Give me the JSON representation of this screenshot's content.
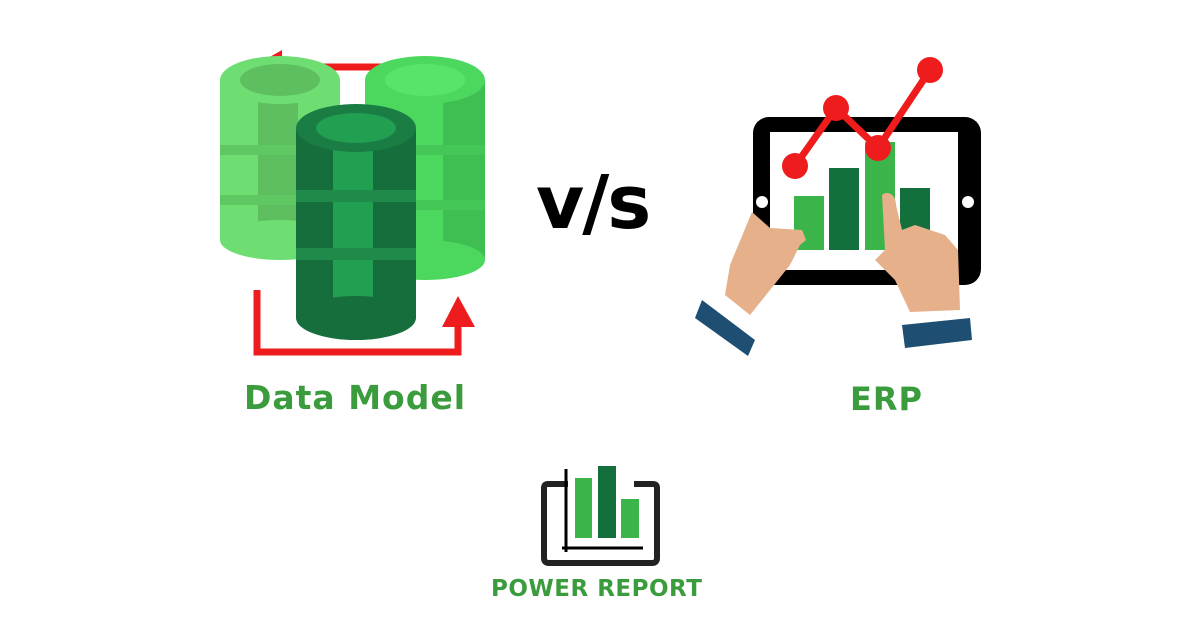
{
  "left": {
    "label": "Data Model",
    "icon": "database-cycle-icon"
  },
  "center": {
    "separator": "v/s"
  },
  "right": {
    "label": "ERP",
    "icon": "tablet-chart-hands-icon"
  },
  "bottom": {
    "label": "POWER REPORT",
    "icon": "bar-chart-report-icon"
  },
  "colors": {
    "green_label": "#3a9c3c",
    "arrow_red": "#ee1c1c",
    "db_light": "#6dd36f",
    "db_bright": "#4cd85e",
    "db_dark": "#1c7a43",
    "bar_light": "#3bb54a",
    "bar_dark": "#13703d",
    "skin": "#e6b08a",
    "sleeve": "#1e4e72"
  }
}
